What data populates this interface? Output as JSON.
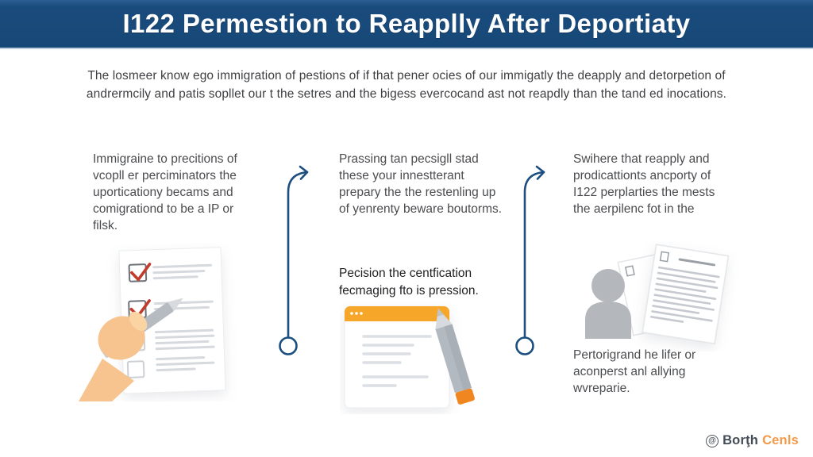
{
  "header": {
    "title": "I122 Permestion to Reapplly After Deportiaty"
  },
  "intro": {
    "text": "The losmeer know ego immigration of pestions of if that pener ocies of our immigatly the deapply and detorpetion of andrermcily and patis sopllet our t the setres and the bigess evercocand ast not reapdly than the tand ed inocations."
  },
  "steps": [
    {
      "text": "Immigraine to precitions of vcopll er perciminators the uporticationy becams and comigrationd to be a IP or filsk.",
      "illustration": "checklist-with-hand-and-pen"
    },
    {
      "text": "Prassing tan pecsigll stad these your innestterant prepary the the restenling up of yenrenty beware boutorms.",
      "caption": "Pecision the centfication fecmaging fto is pression.",
      "illustration": "document-window-with-pencil"
    },
    {
      "text": "Swihere that reapply and prodicattionts ancporty of I122 perplarties the mests the aerpilenc fot in the",
      "caption": "Pertorigrand he lifer or aconperst anl allying wvreparie.",
      "illustration": "person-with-documents"
    }
  ],
  "footer": {
    "logo_symbol": "@",
    "logo_primary": "Borţh",
    "logo_accent": "Cenls"
  },
  "colors": {
    "header_bg": "#1a4b7d",
    "header_divider": "#bccfdd",
    "connector_blue": "#1c4e80",
    "doc_header_orange": "#f6a72a",
    "pencil_eraser_orange": "#f0861f",
    "checkmark_red": "#c23b2c",
    "person_gray": "#b4b8bd",
    "hand_skin": "#f7c38e",
    "logo_gray": "#434c57",
    "logo_orange": "#f2994a"
  }
}
